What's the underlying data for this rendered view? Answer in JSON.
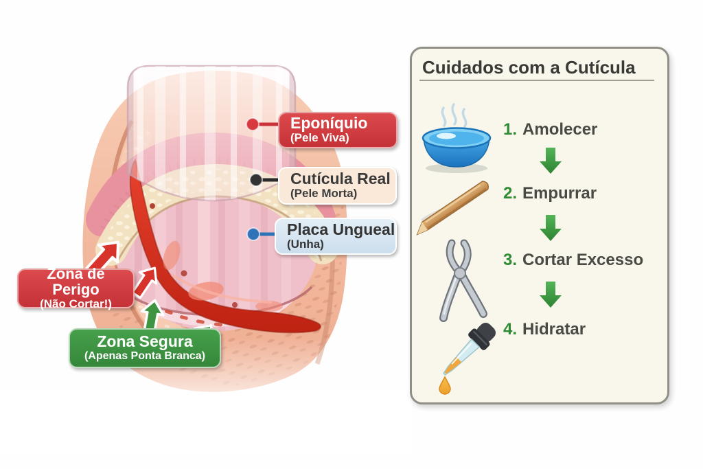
{
  "page": {
    "background": "#ffffff"
  },
  "diagram": {
    "name": "nail-anatomy-illustration",
    "callouts": {
      "eponiquio": {
        "title": "Eponíquio",
        "subtitle": "(Pele Viva)"
      },
      "cuticula_real": {
        "title": "Cutícula Real",
        "subtitle": "(Pele Morta)"
      },
      "placa_ungueal": {
        "title": "Placa Ungueal",
        "subtitle": "(Unha)"
      },
      "zona_perigo": {
        "title": "Zona de Perigo",
        "subtitle": "(Não Cortar!)"
      },
      "zona_segura": {
        "title": "Zona Segura",
        "subtitle": "(Apenas Ponta Branca)"
      }
    },
    "icon_names": [
      "red-leader-dot",
      "black-leader-dot",
      "blue-leader-dot",
      "red-arrow-icon",
      "green-arrow-icon"
    ]
  },
  "panel": {
    "title": "Cuidados com a Cutícula",
    "steps": [
      {
        "number": "1.",
        "label": "Amolecer",
        "icon": "water-bowl-icon"
      },
      {
        "number": "2.",
        "label": "Empurrar",
        "icon": "cuticle-pusher-icon"
      },
      {
        "number": "3.",
        "label": "Cortar Excesso",
        "icon": "cuticle-nipper-icon"
      },
      {
        "number": "4.",
        "label": "Hidratar",
        "icon": "oil-dropper-icon"
      }
    ],
    "arrow_icon": "down-arrow-icon"
  },
  "colors": {
    "danger_red": "#CE3338",
    "safe_green": "#3B9142",
    "info_blue": "#2E73B8",
    "cuticle_cream": "#FAE9D9",
    "panel_bg": "#F9F7EB",
    "step_number_green": "#2E8B33",
    "text_dark": "#3C3C38"
  }
}
